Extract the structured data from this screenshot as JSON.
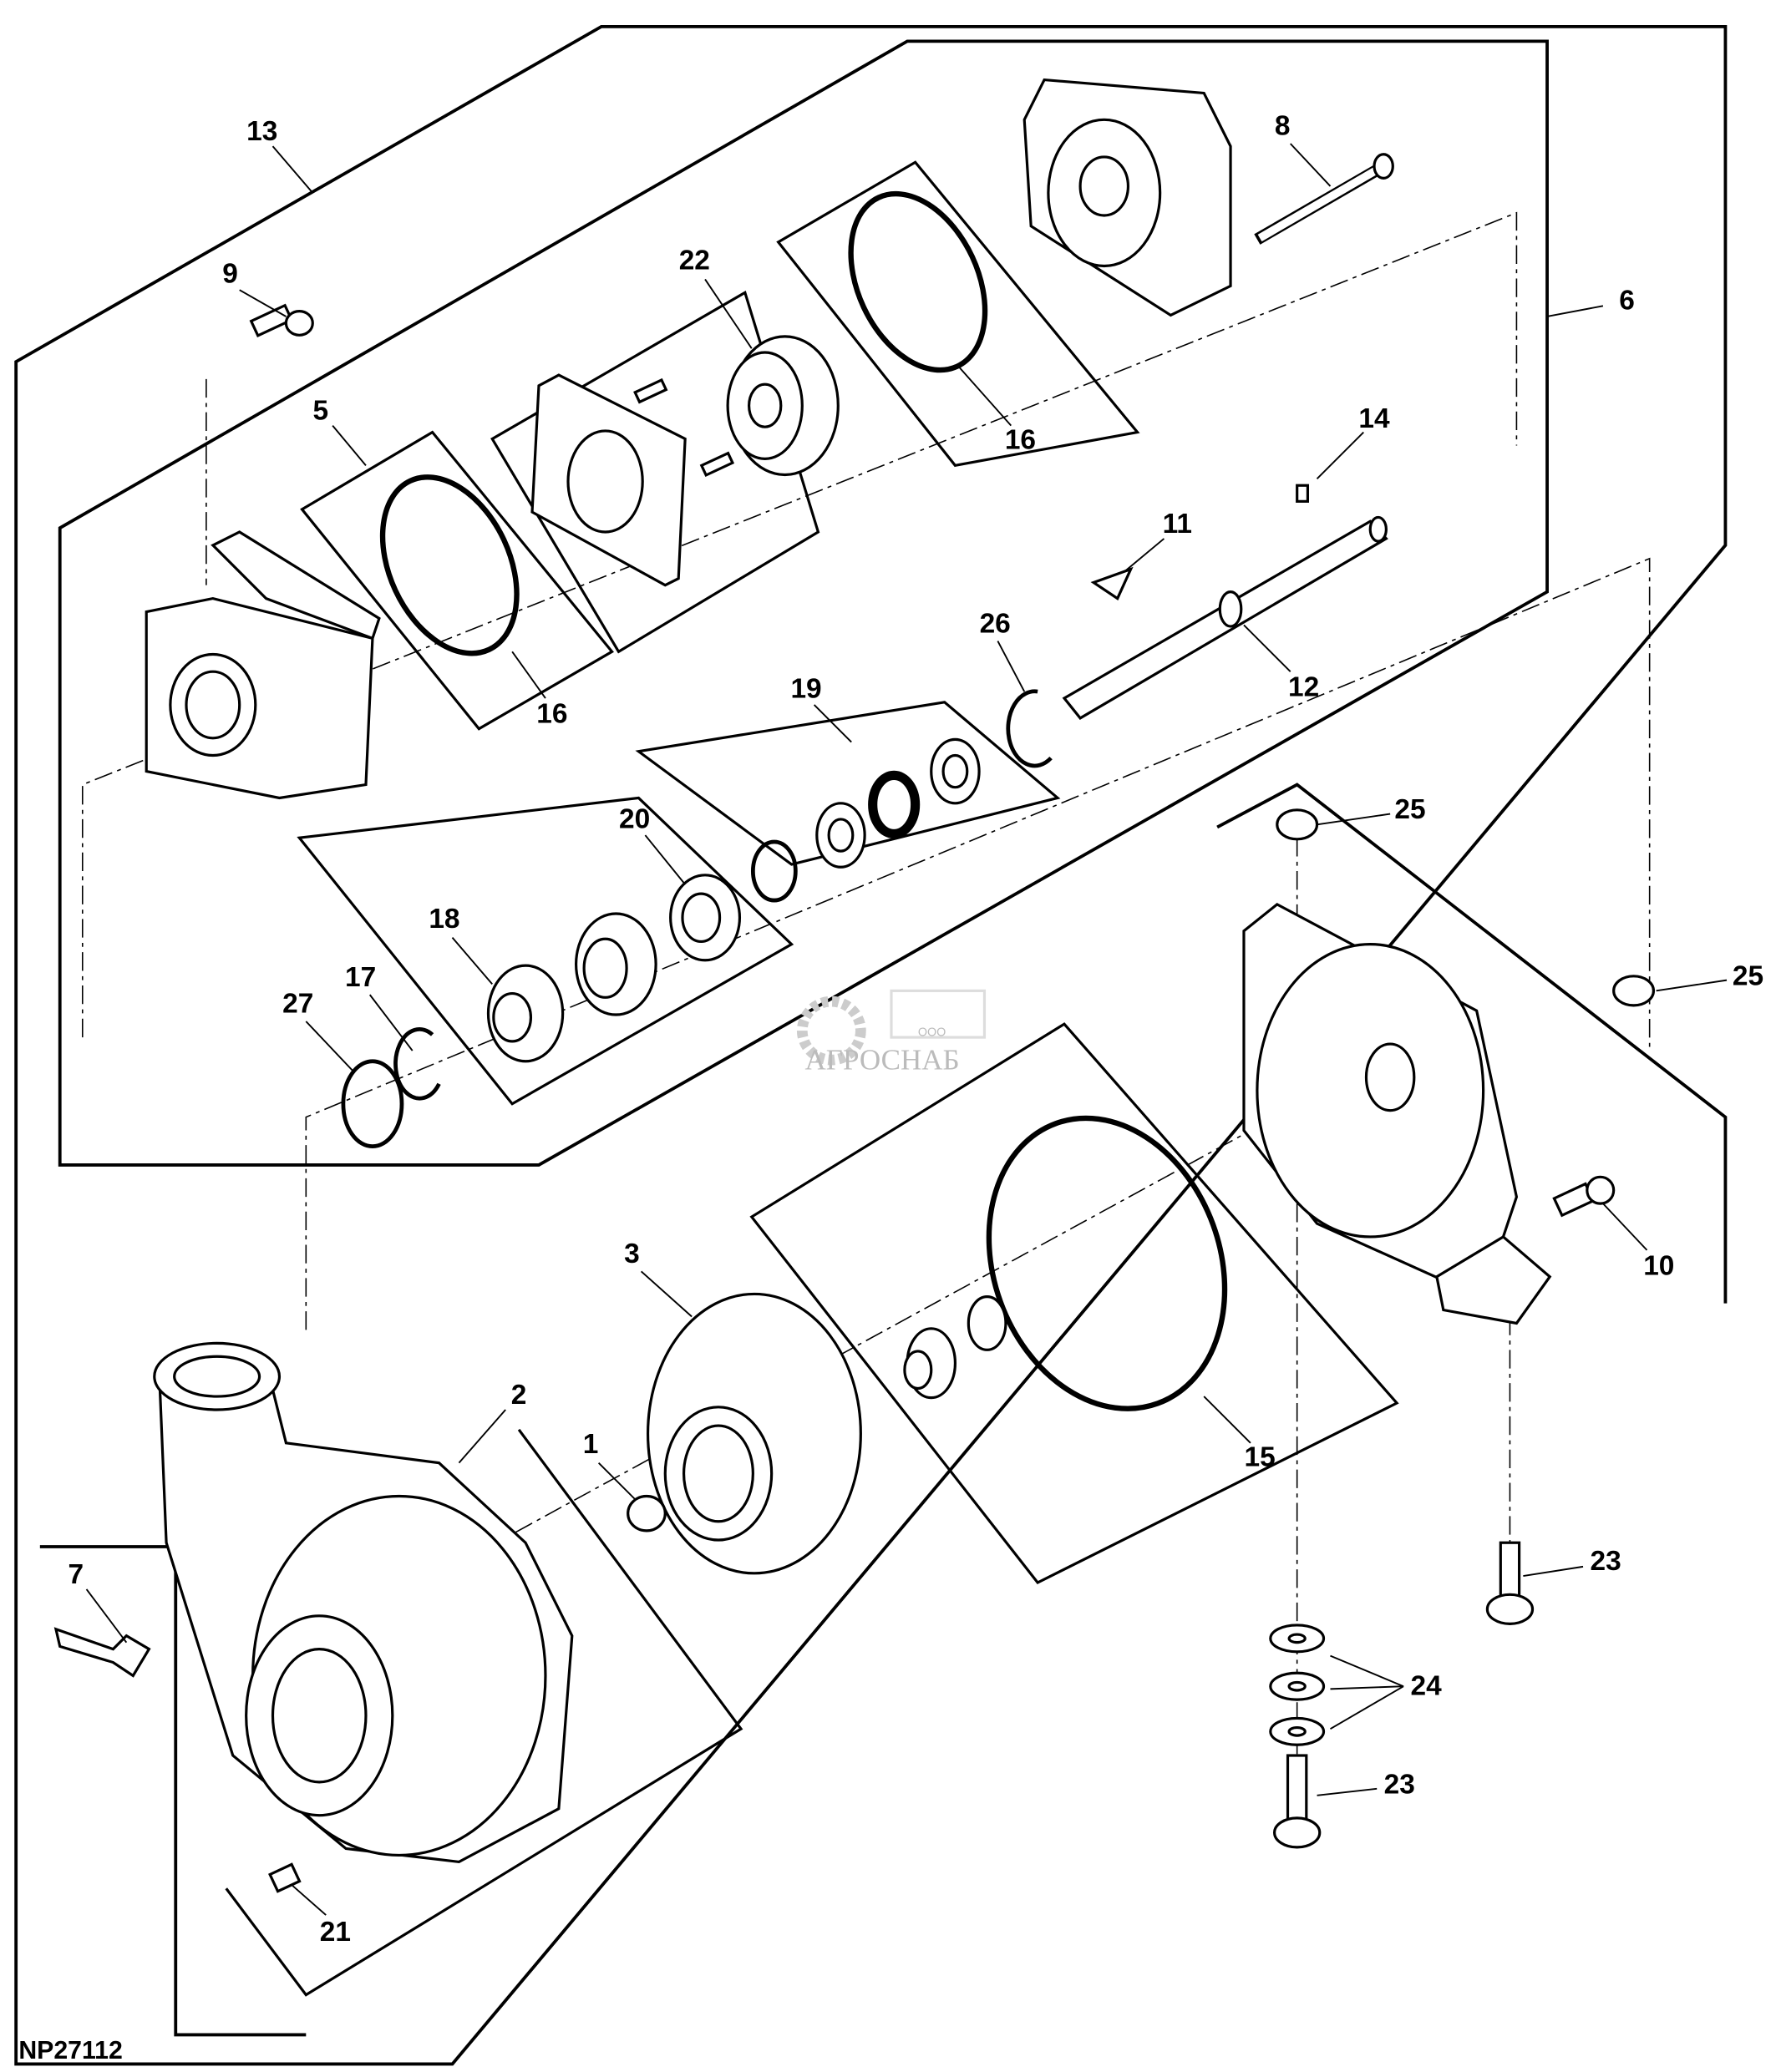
{
  "figure_id": "NP27112",
  "watermark": {
    "prefix": "ООО",
    "name": "АГРОСНАБ"
  },
  "callouts": [
    "1",
    "2",
    "3",
    "5",
    "6",
    "7",
    "8",
    "9",
    "10",
    "11",
    "12",
    "13",
    "14",
    "15",
    "16",
    "16",
    "17",
    "18",
    "19",
    "20",
    "21",
    "22",
    "23",
    "23",
    "24",
    "25",
    "25",
    "26",
    "27"
  ]
}
